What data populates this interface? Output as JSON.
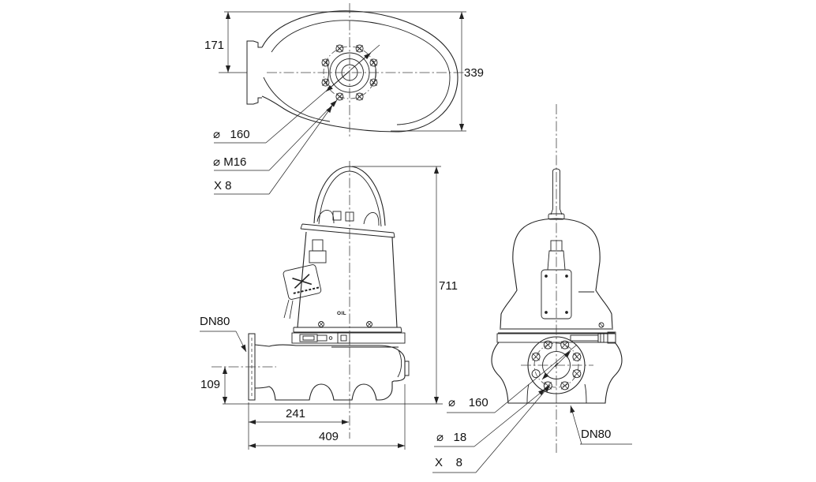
{
  "drawing": {
    "top_view": {
      "height_to_flange_center": "171",
      "overall_height": "339",
      "bolt_circle": "⌀   160",
      "bolt_thread": "⌀ M16",
      "bolt_count": "X 8"
    },
    "front_view": {
      "overall_height": "711",
      "discharge_flange": "DN80",
      "flange_center_height": "109",
      "center_to_flange_face": "241",
      "overall_length": "409",
      "oil_mark": "OIL"
    },
    "side_view": {
      "bolt_circle": "⌀    160",
      "bolt_hole": "⌀   18",
      "bolt_count": "X    8",
      "discharge_flange": "DN80"
    },
    "line_color": "#222222"
  }
}
